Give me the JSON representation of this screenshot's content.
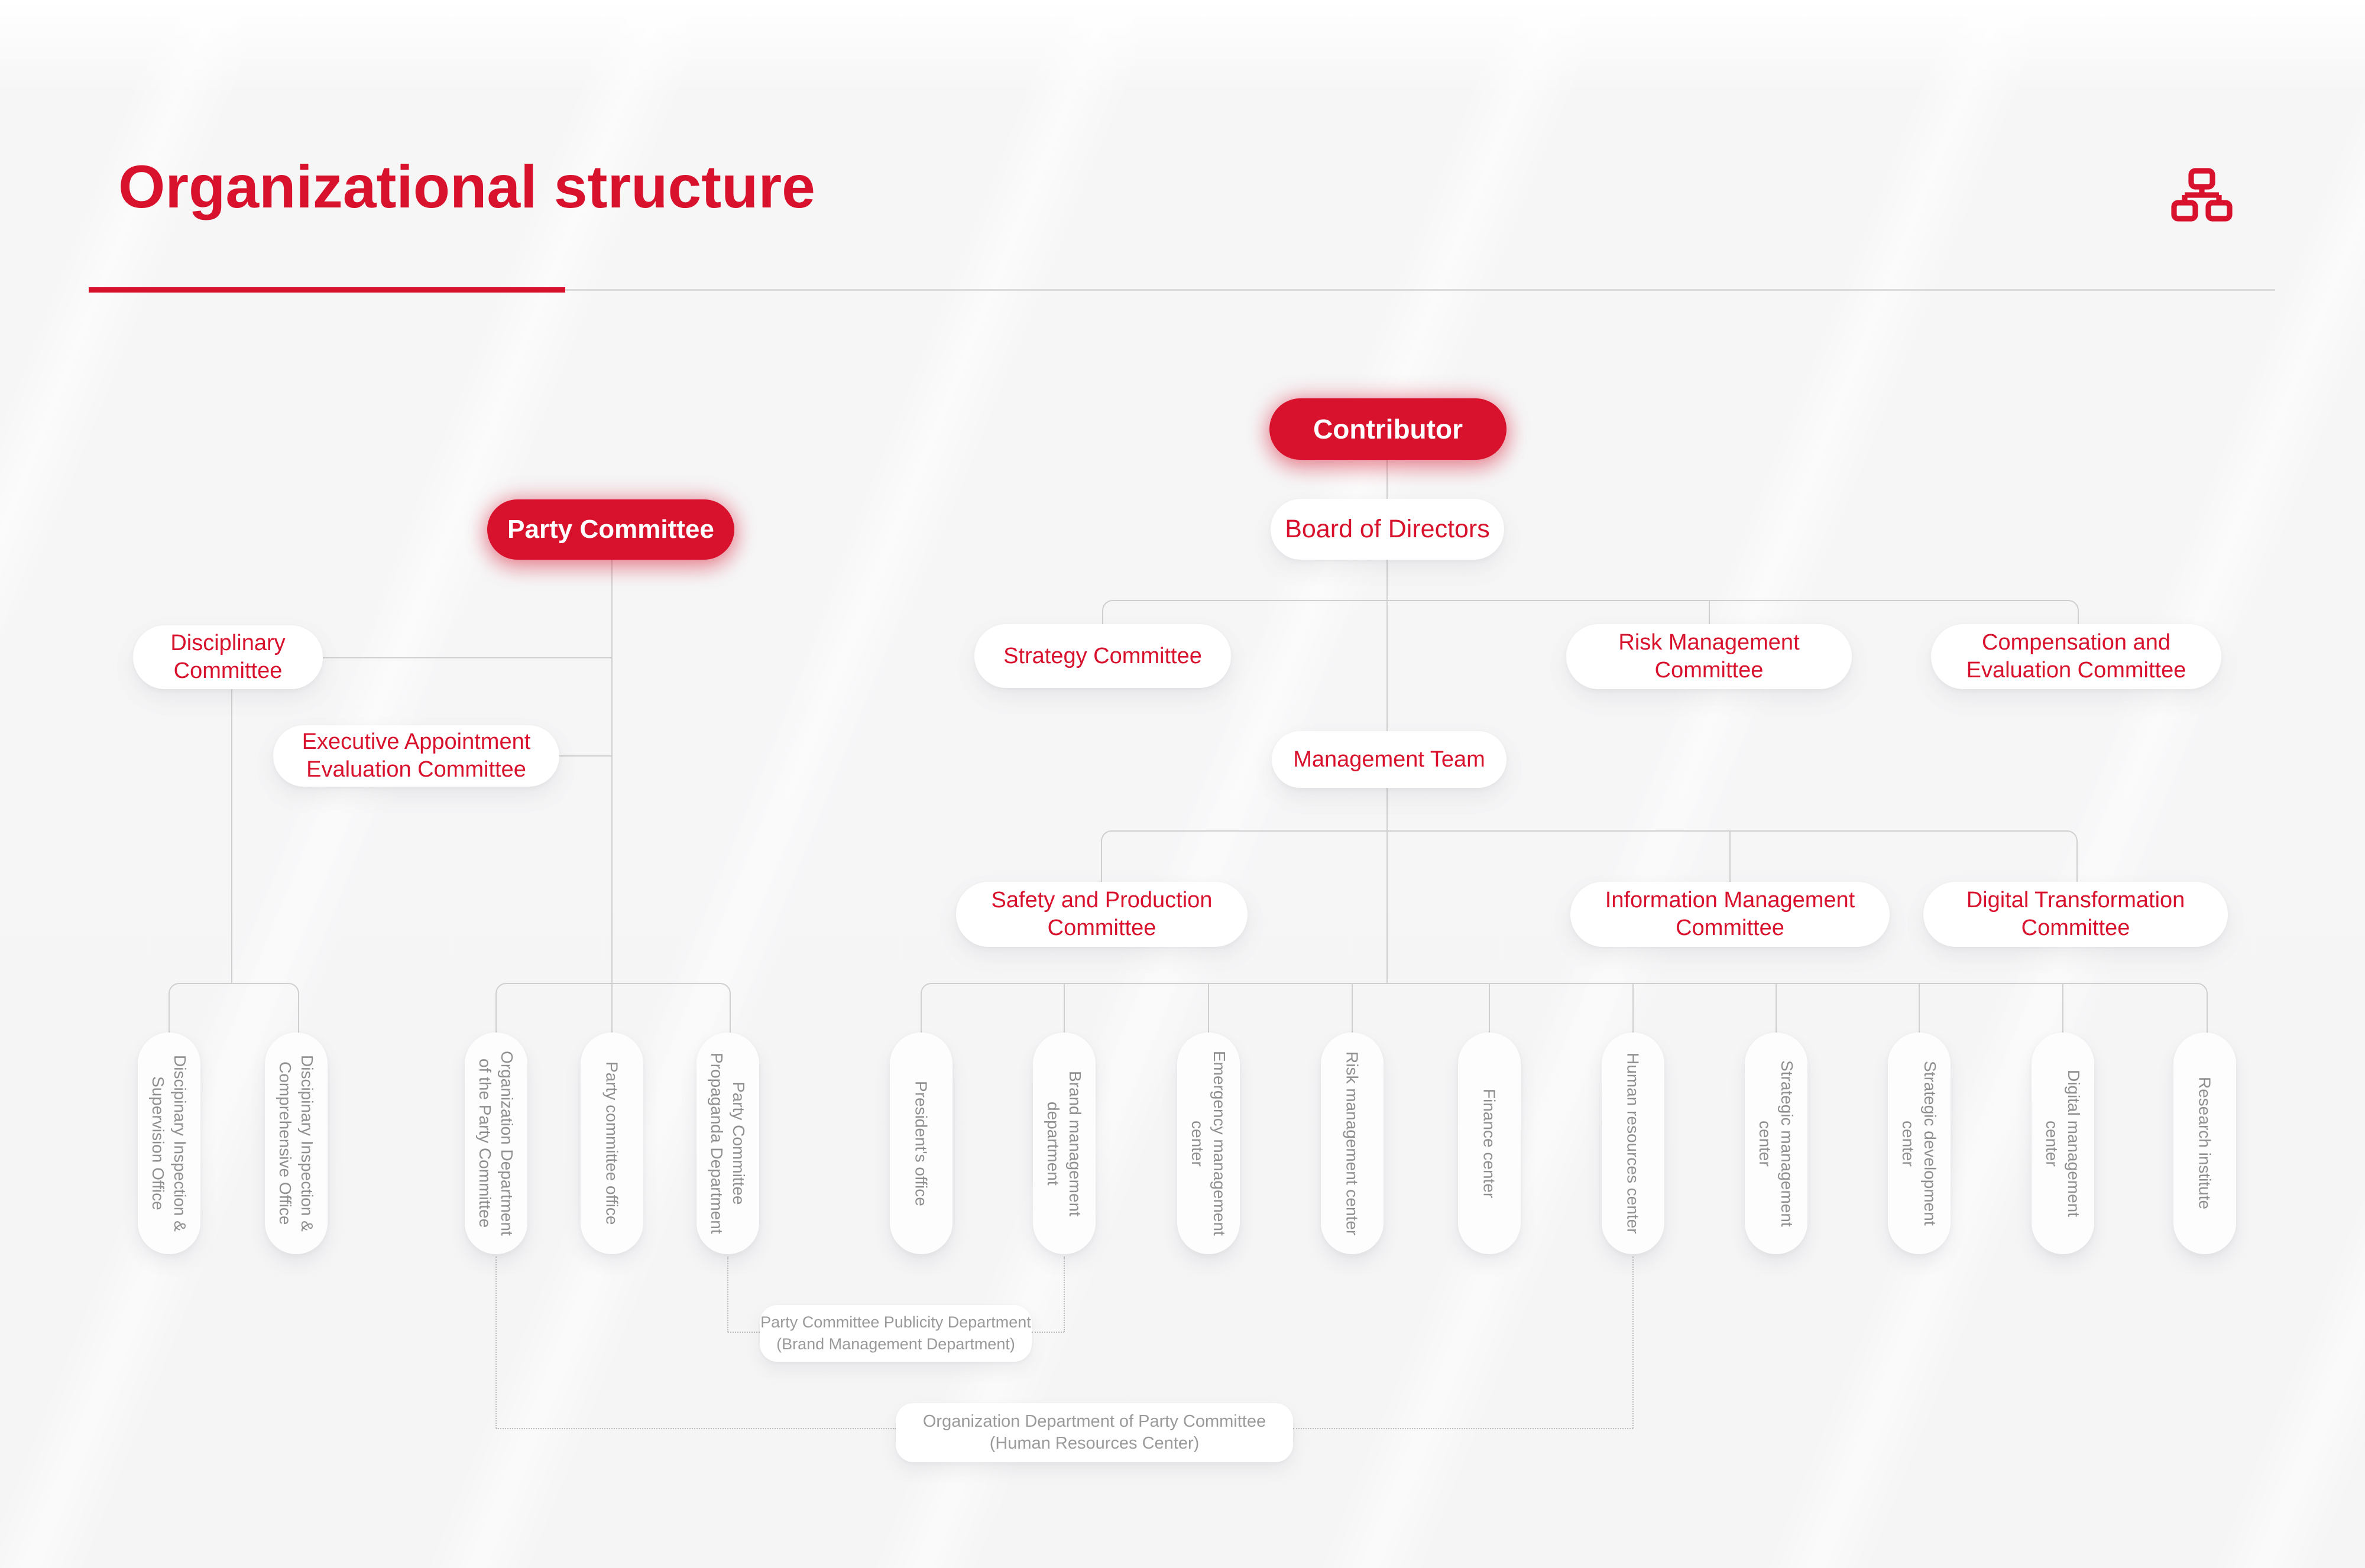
{
  "header": {
    "title": "Organizational structure",
    "icon": "org-chart-icon"
  },
  "colors": {
    "accent_red": "#d8112c",
    "muted_gray_text": "#8f8f8f",
    "connector_line": "#cfcfcf"
  },
  "nodes": {
    "contributor": {
      "label": "Contributor"
    },
    "board_of_directors": {
      "label": "Board of Directors"
    },
    "party_committee": {
      "label": "Party Committee"
    },
    "disciplinary_committee": {
      "line1": "Disciplinary",
      "line2": "Committee"
    },
    "executive_appointment": {
      "line1": "Executive Appointment",
      "line2": "Evaluation Committee"
    },
    "strategy_committee": {
      "line1": "Strategy Committee"
    },
    "risk_management_committee": {
      "line1": "Risk Management",
      "line2": "Committee"
    },
    "compensation_committee": {
      "line1": "Compensation and",
      "line2": "Evaluation Committee"
    },
    "management_team": {
      "label": "Management Team"
    },
    "safety_committee": {
      "line1": "Safety and Production",
      "line2": "Committee"
    },
    "information_committee": {
      "line1": "Information Management",
      "line2": "Committee"
    },
    "digital_committee": {
      "line1": "Digital Transformation",
      "line2": "Committee"
    }
  },
  "departments": [
    {
      "id": "disciplinary-inspection-supervision-office",
      "lines": [
        "Discipinary Inspection &",
        "Supervision Office"
      ]
    },
    {
      "id": "disciplinary-inspection-comprehensive-office",
      "lines": [
        "Discipinary Inspection &",
        "Comprehensive Office"
      ]
    },
    {
      "id": "organization-department-party-committee",
      "lines": [
        "Organization Department",
        "of the Party Committee"
      ]
    },
    {
      "id": "party-committee-office",
      "lines": [
        "Party committee office",
        ""
      ]
    },
    {
      "id": "party-committee-propaganda-department",
      "lines": [
        "Party Committee",
        "Propaganda Department"
      ]
    },
    {
      "id": "presidents-office",
      "lines": [
        "President's office",
        ""
      ]
    },
    {
      "id": "brand-management-department",
      "lines": [
        "Brand management",
        "department"
      ]
    },
    {
      "id": "emergency-management-center",
      "lines": [
        "Emergency management",
        "center"
      ]
    },
    {
      "id": "risk-management-center",
      "lines": [
        "Risk management center",
        ""
      ]
    },
    {
      "id": "finance-center",
      "lines": [
        "Finance center",
        ""
      ]
    },
    {
      "id": "human-resources-center",
      "lines": [
        "Human resources center",
        ""
      ]
    },
    {
      "id": "strategic-management-center",
      "lines": [
        "Strategic management",
        "center"
      ]
    },
    {
      "id": "strategic-development-center",
      "lines": [
        "Strategic development",
        "center"
      ]
    },
    {
      "id": "digital-management-center",
      "lines": [
        "Digital management",
        "center"
      ]
    },
    {
      "id": "research-institute",
      "lines": [
        "Research institute",
        ""
      ]
    }
  ],
  "notes": [
    {
      "id": "publicity-note",
      "lines": [
        "Party Committee Publicity Department",
        "(Brand Management Department)"
      ]
    },
    {
      "id": "organization-note",
      "lines": [
        "Organization Department of Party Committee",
        "(Human Resources Center)"
      ]
    }
  ]
}
